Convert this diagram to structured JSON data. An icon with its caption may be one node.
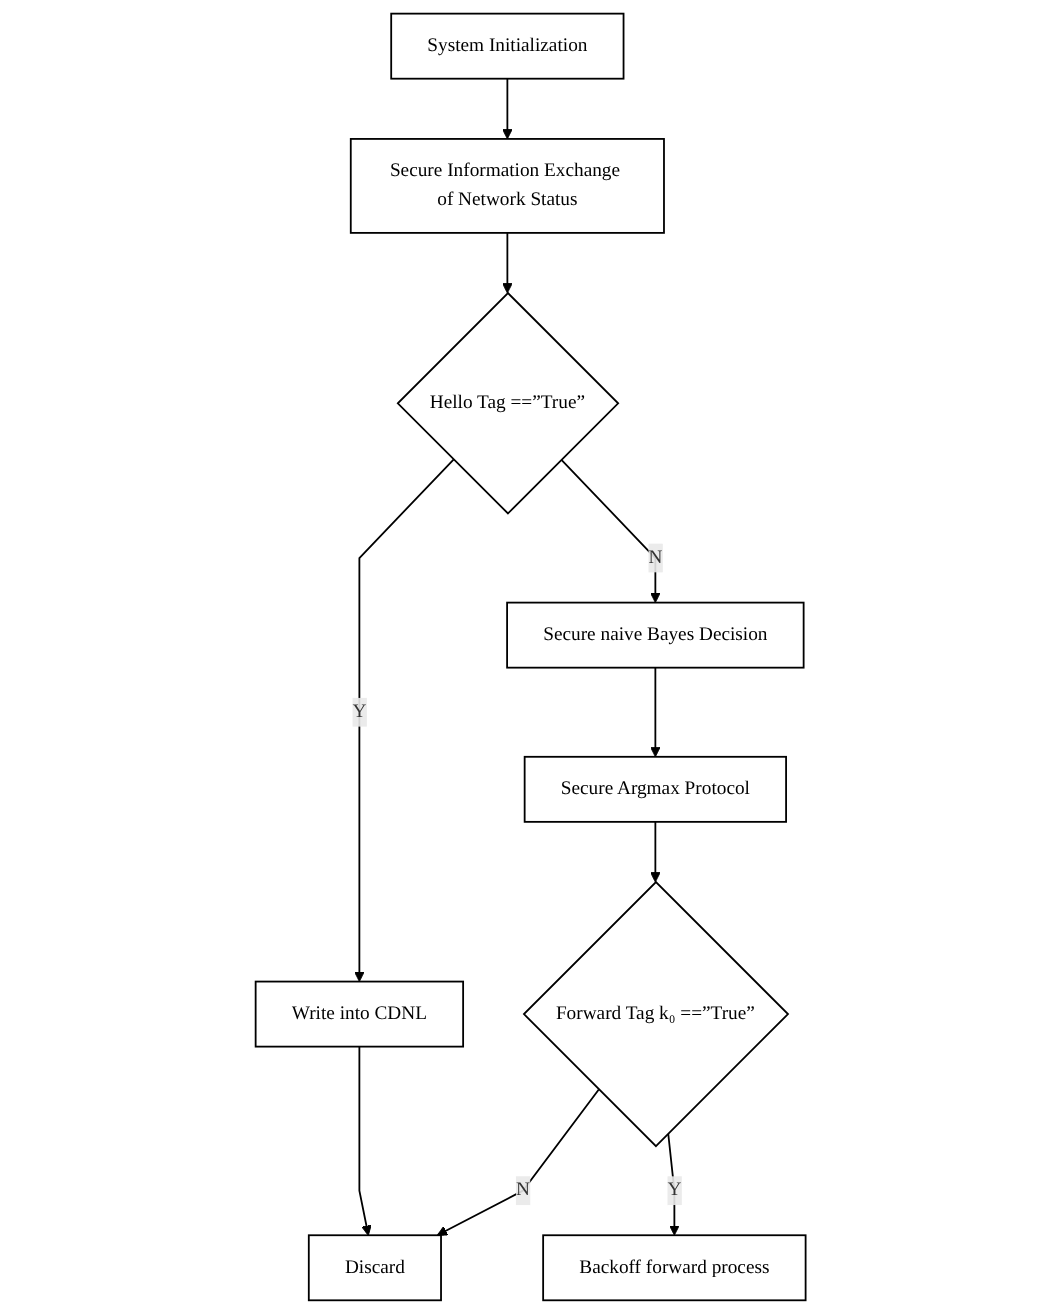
{
  "diagram": {
    "nodes": [
      {
        "text": [
          "System Initialization"
        ]
      },
      {
        "text": [
          "Secure Information Exchange of Network Status"
        ]
      },
      {
        "text": [
          "Hello Tag ==”True”"
        ]
      },
      {
        "text": [
          "Secure naive Bayes Decision"
        ]
      },
      {
        "text": [
          "Write into CDNL"
        ]
      },
      {
        "text": [
          "Secure Argmax Protocol"
        ]
      },
      {
        "text": [
          "Forward Tag k₀ ==”True”"
        ]
      },
      {
        "text": [
          "Discard"
        ]
      },
      {
        "text": [
          "Backoff forward process"
        ]
      }
    ],
    "edges": [
      {
        "from": 0,
        "to": 1,
        "arrow": "to"
      },
      {
        "from": 1,
        "to": 2,
        "arrow": "to"
      },
      {
        "from": 2,
        "to": 3,
        "arrow": "to",
        "label": "N"
      },
      {
        "from": 2,
        "to": 4,
        "arrow": "to",
        "label": "Y"
      },
      {
        "from": 3,
        "to": 5,
        "arrow": "to"
      },
      {
        "from": 5,
        "to": 6,
        "arrow": "to"
      },
      {
        "from": 4,
        "to": 7,
        "arrow": "to"
      },
      {
        "from": 6,
        "to": 7,
        "arrow": "to",
        "label": "N"
      },
      {
        "from": 6,
        "to": 8,
        "arrow": "to",
        "label": "Y"
      }
    ]
  }
}
